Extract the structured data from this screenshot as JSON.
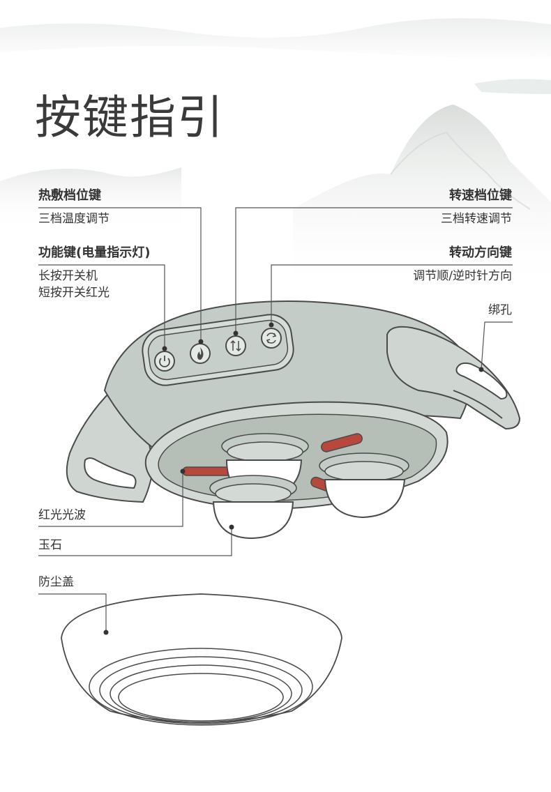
{
  "title": "按键指引",
  "labels": {
    "heat_key_title": "热敷档位键",
    "heat_key_desc": "三档温度调节",
    "func_key_title": "功能键(电量指示灯)",
    "func_key_desc1": "长按开关机",
    "func_key_desc2": "短按开关红光",
    "speed_key_title": "转速档位键",
    "speed_key_desc": "三档转速调节",
    "dir_key_title": "转动方向键",
    "dir_key_desc": "调节顺/逆时针方向",
    "strap_hole": "绑孔",
    "red_light": "红光光波",
    "jade": "玉石",
    "dust_cover": "防尘盖"
  },
  "colors": {
    "body_fill": "#c3ccc6",
    "body_fill_light": "#d3dad5",
    "outline": "#4a4a4a",
    "red_strip": "#b8483c",
    "jade_fill": "#ffffff",
    "leader_line": "#555555"
  },
  "icons": {
    "power": "power-icon",
    "heat": "flame-icon",
    "speed": "speed-arrows-icon",
    "direction": "rotate-icon"
  }
}
